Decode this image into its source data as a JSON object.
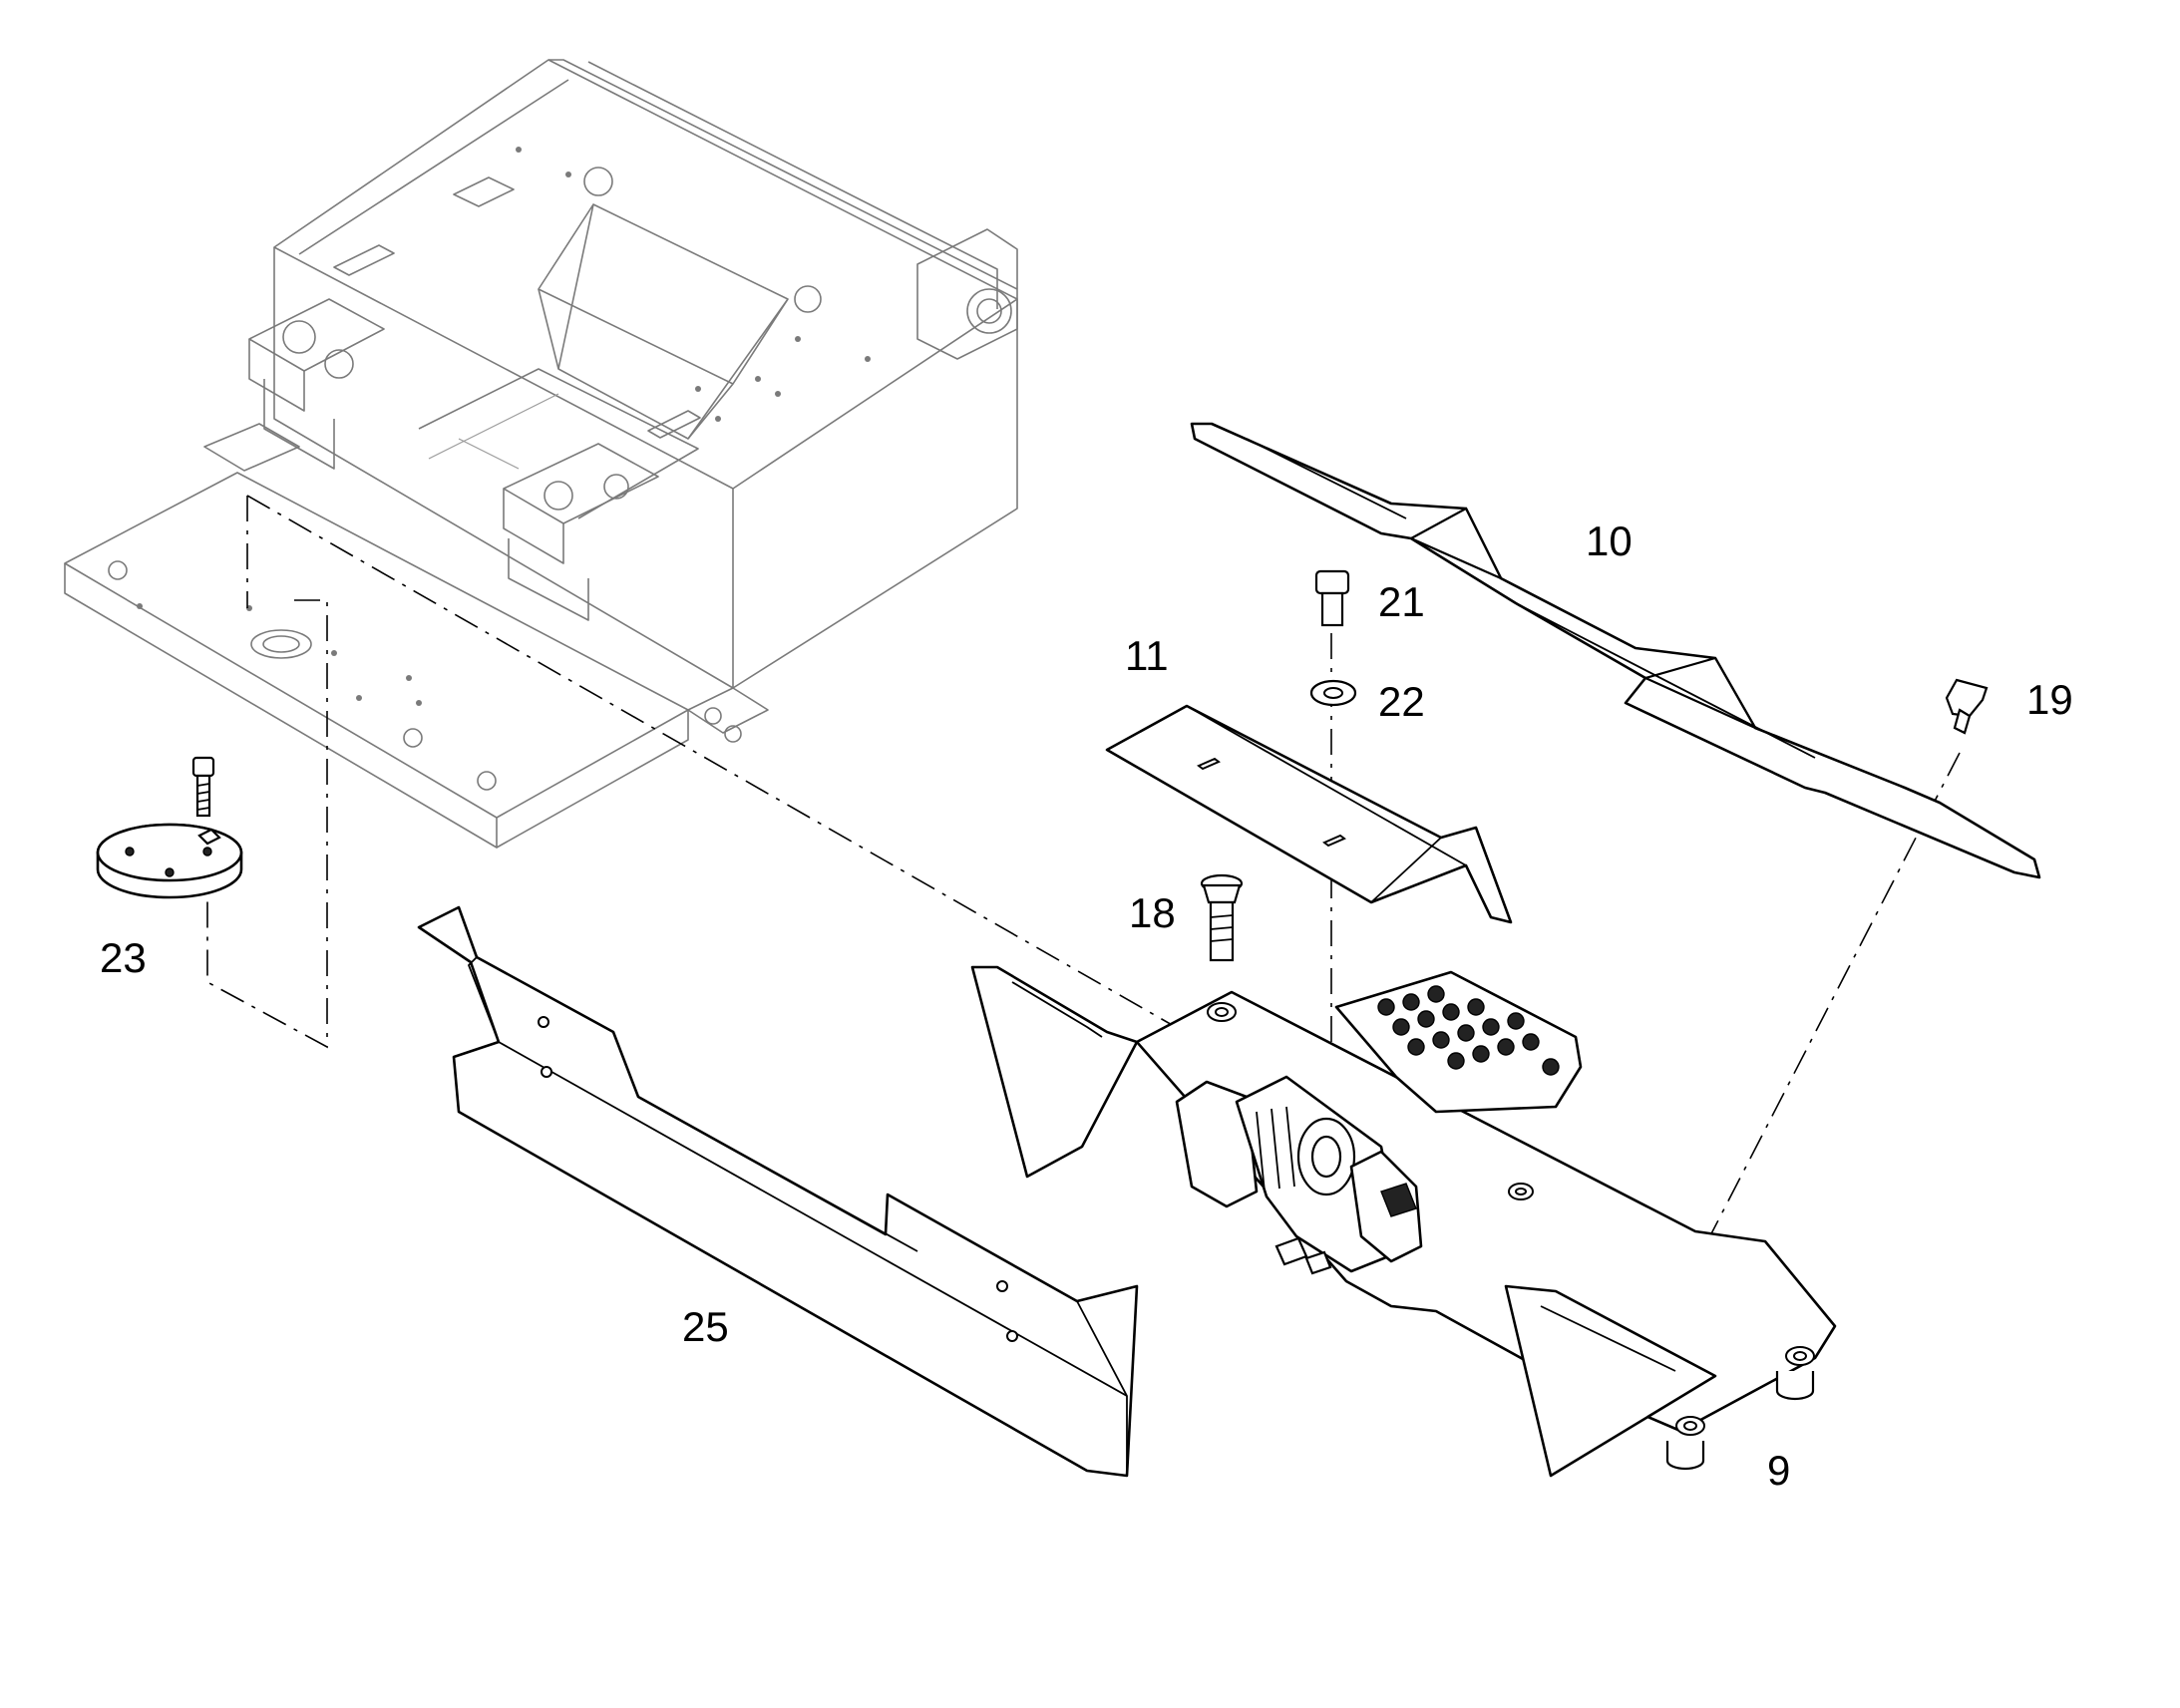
{
  "diagram": {
    "type": "exploded parts diagram",
    "callouts": [
      {
        "id": "9",
        "label": "9"
      },
      {
        "id": "10",
        "label": "10"
      },
      {
        "id": "11",
        "label": "11"
      },
      {
        "id": "18",
        "label": "18"
      },
      {
        "id": "19",
        "label": "19"
      },
      {
        "id": "21",
        "label": "21"
      },
      {
        "id": "22",
        "label": "22"
      },
      {
        "id": "23",
        "label": "23"
      },
      {
        "id": "25",
        "label": "25"
      }
    ]
  }
}
